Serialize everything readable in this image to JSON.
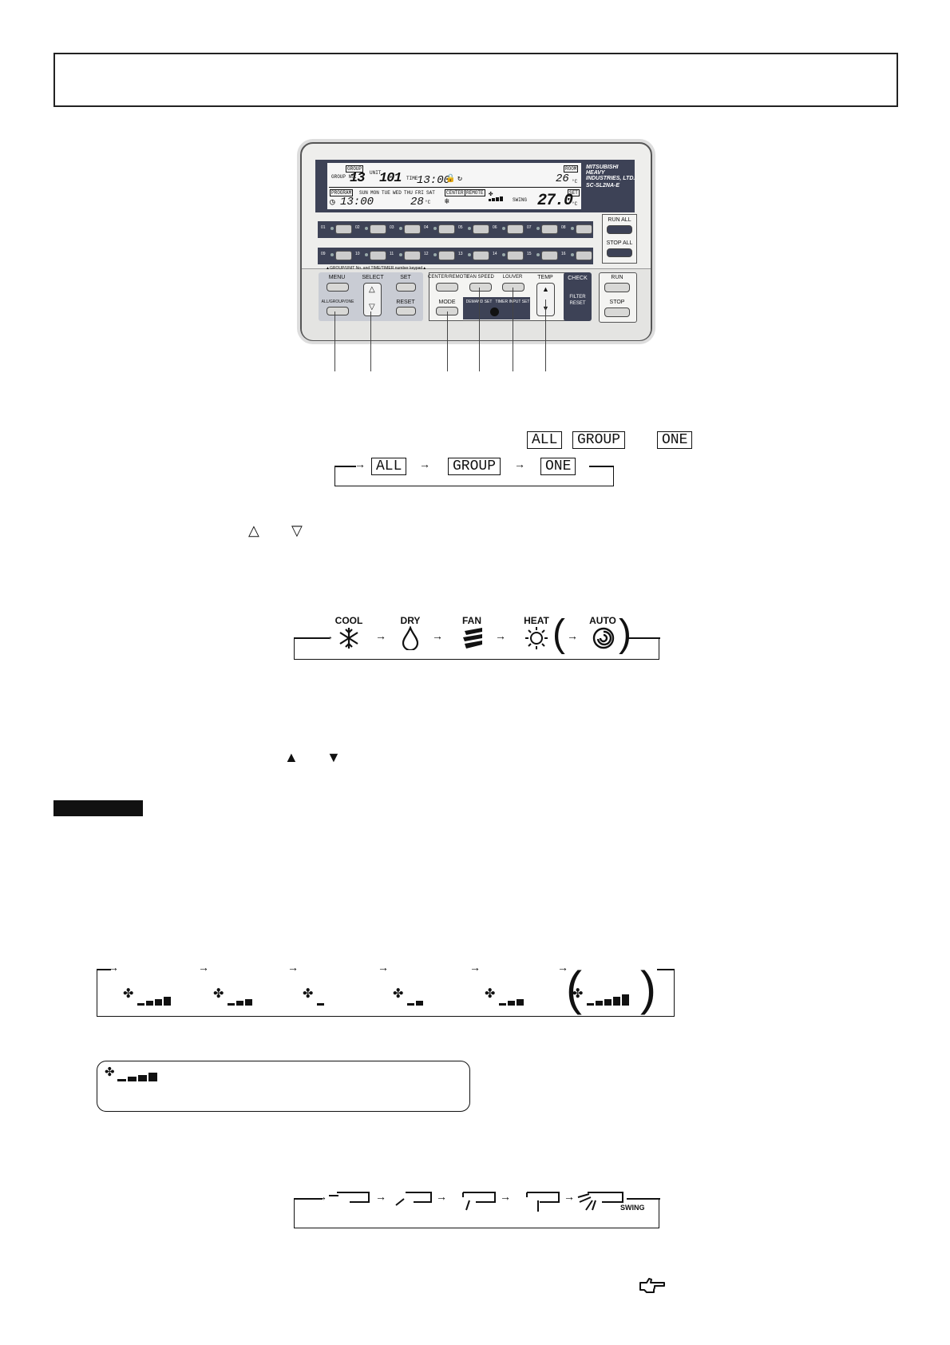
{
  "controller": {
    "model": "SC-SL2NA-E",
    "brand": "MITSUBISHI HEAVY INDUSTRIES, LTD.",
    "lcd": {
      "group_label": "GROUP",
      "group_no": "13",
      "unit_label": "UNIT",
      "unit_no": "101",
      "time_label": "TIME",
      "time": "13:00",
      "room_label": "ROOM",
      "room_temp": "26",
      "program_label": "PROGRAM",
      "days": [
        "SUN",
        "MON",
        "TUE",
        "WED",
        "THU",
        "FRI",
        "SAT"
      ],
      "program_time": "13:00",
      "program_temp": "28",
      "center_label": "CENTER",
      "remote_label": "REMOTE",
      "swing_label": "SWING",
      "set_label": "SET",
      "set_temp": "27.0",
      "unit_c": "°C"
    },
    "zones_row1": [
      "01",
      "02",
      "03",
      "04",
      "05",
      "06",
      "07",
      "08"
    ],
    "zones_row2": [
      "09",
      "10",
      "11",
      "12",
      "13",
      "14",
      "15",
      "16"
    ],
    "keypad_note": "▲GROUP/UNIT No. and TIME/TIMER number keypad▲",
    "buttons": {
      "run_all": "RUN ALL",
      "stop_all": "STOP ALL",
      "menu": "MENU",
      "all_group_one": "ALL/GROUP/ONE",
      "select": "SELECT",
      "set": "SET",
      "reset": "RESET",
      "center_remote": "CENTER/REMOTE",
      "fan_speed": "FAN SPEED",
      "louver": "LOUVER",
      "temp": "TEMP",
      "mode": "MODE",
      "demand_set": "DEMAND SET",
      "timer_input_set": "TIMER INPUT SET",
      "check": "CHECK",
      "filter_reset": "FILTER RESET",
      "run": "RUN",
      "stop": "STOP"
    }
  },
  "selection": {
    "legend": [
      "ALL",
      "GROUP",
      "ONE"
    ],
    "cycle": [
      "ALL",
      "GROUP",
      "ONE"
    ]
  },
  "modes": [
    "COOL",
    "DRY",
    "FAN",
    "HEAT",
    "AUTO"
  ],
  "fan_speed_levels": [
    4,
    3,
    1,
    2,
    3,
    5
  ],
  "fan_note_level": 4,
  "louver_positions": [
    "position-1",
    "position-2",
    "position-3",
    "position-4",
    "swing"
  ],
  "louver_swing_label": "SWING"
}
